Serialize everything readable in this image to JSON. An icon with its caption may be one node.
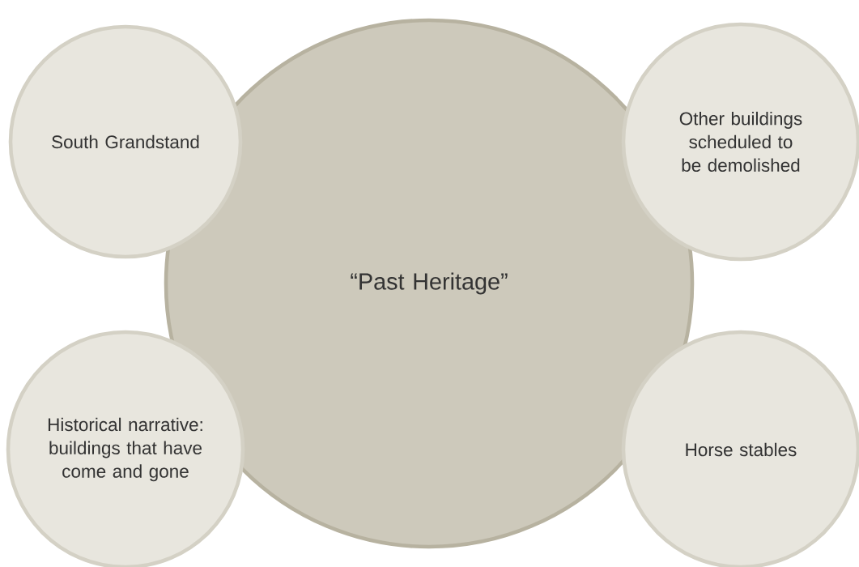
{
  "diagram": {
    "nodes": [
      {
        "text": [
          "South Grandstand"
        ]
      },
      {
        "text": [
          "Other buildings scheduled to be demolished"
        ]
      },
      {
        "text": [
          "“Past Heritage”"
        ]
      },
      {
        "text": [
          "Historical narrative: buildings that have come and gone"
        ]
      },
      {
        "text": [
          "Horse stables"
        ]
      }
    ]
  }
}
